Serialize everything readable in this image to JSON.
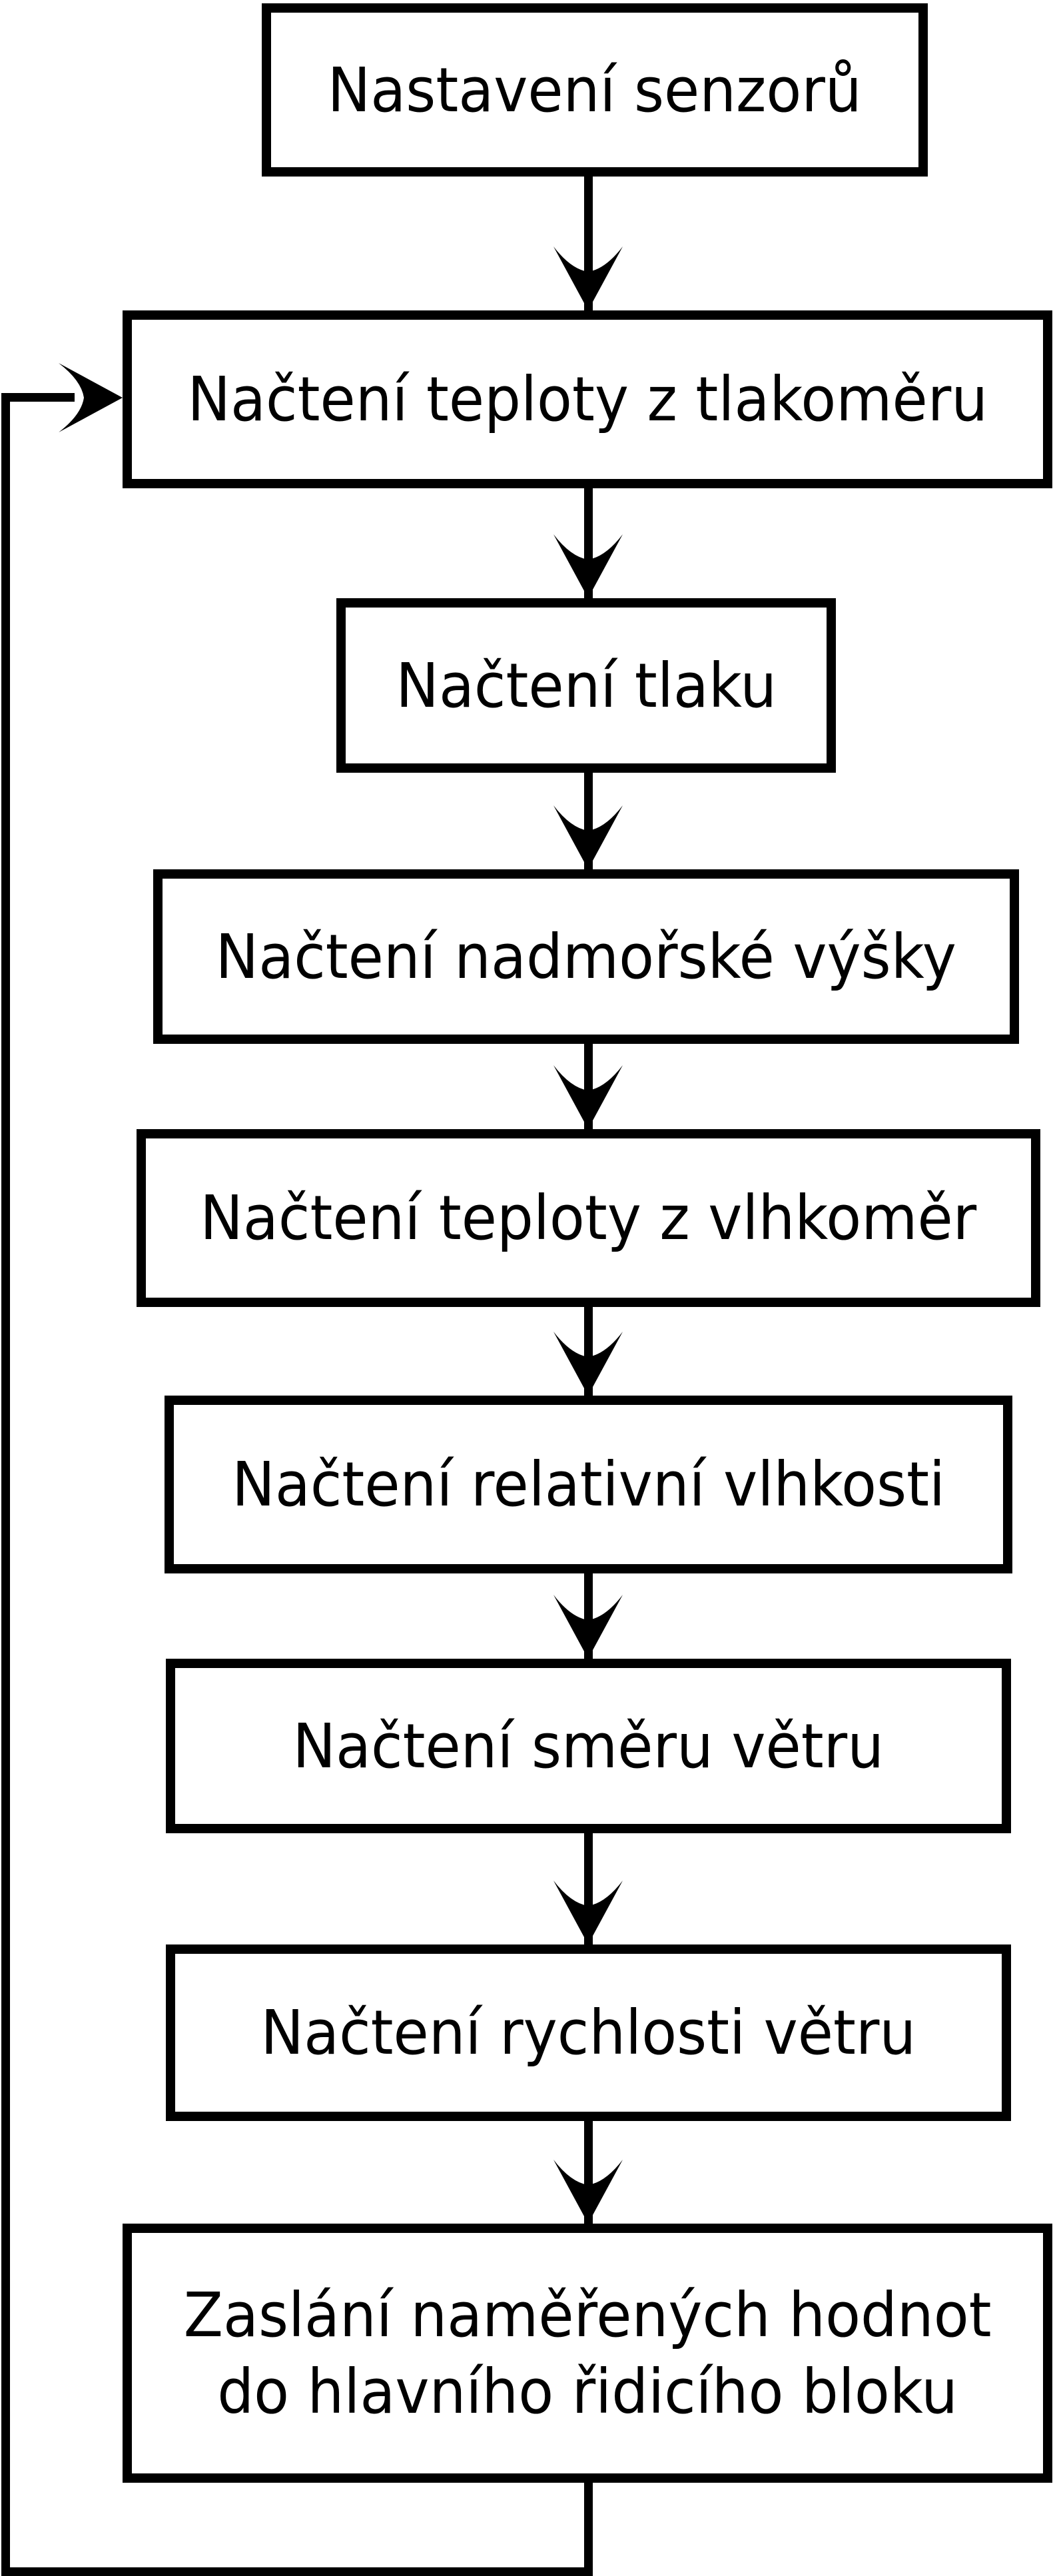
{
  "diagram": {
    "type": "flowchart",
    "background_color": "#ffffff",
    "stroke_color": "#000000",
    "boxes": [
      {
        "label": "Nastavení senzorů"
      },
      {
        "label": "Načtení teploty z tlakoměru"
      },
      {
        "label": "Načtení tlaku"
      },
      {
        "label": "Načtení nadmořské výšky"
      },
      {
        "label": "Načtení teploty z vlhkoměr"
      },
      {
        "label": "Načtení relativní vlhkosti"
      },
      {
        "label": "Načtení směru větru"
      },
      {
        "label": "Načtení rychlosti větru"
      },
      {
        "label": "Zaslání naměřených hodnot\ndo hlavního řidicího bloku"
      }
    ],
    "flow": "1→2→3→4→5→6→7→8→9, loop back from 9 to 2"
  }
}
